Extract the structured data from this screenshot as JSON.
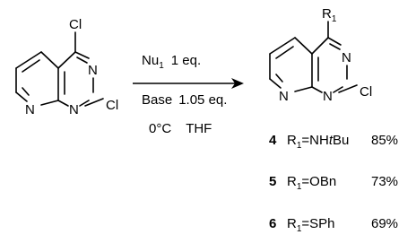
{
  "starting_material": {
    "atoms": {
      "cl_top": "Cl",
      "n_ring_right": "N",
      "n_ring_bottom": "N",
      "n_pyridine": "N",
      "cl_right": "Cl"
    }
  },
  "arrow": {
    "above": {
      "reagent": "Nu",
      "sub": "1",
      "equiv": "1 eq."
    },
    "below_1": {
      "reagent": "Base",
      "equiv": "1.05 eq."
    },
    "below_2": {
      "temp": "0°C",
      "solvent": "THF"
    }
  },
  "product": {
    "atoms": {
      "r1": "R",
      "r1_sub": "1",
      "n_ring_right": "N",
      "n_ring_bottom": "N",
      "n_pyridine": "N",
      "cl_right": "Cl"
    }
  },
  "results": [
    {
      "num": "4",
      "r": "R",
      "sub": "1",
      "eq": "=NH",
      "ital": "t",
      "rest": "Bu",
      "yield": "85%"
    },
    {
      "num": "5",
      "r": "R",
      "sub": "1",
      "eq": "=OBn",
      "ital": "",
      "rest": "",
      "yield": "73%"
    },
    {
      "num": "6",
      "r": "R",
      "sub": "1",
      "eq": "=SPh",
      "ital": "",
      "rest": "",
      "yield": "69%"
    }
  ]
}
